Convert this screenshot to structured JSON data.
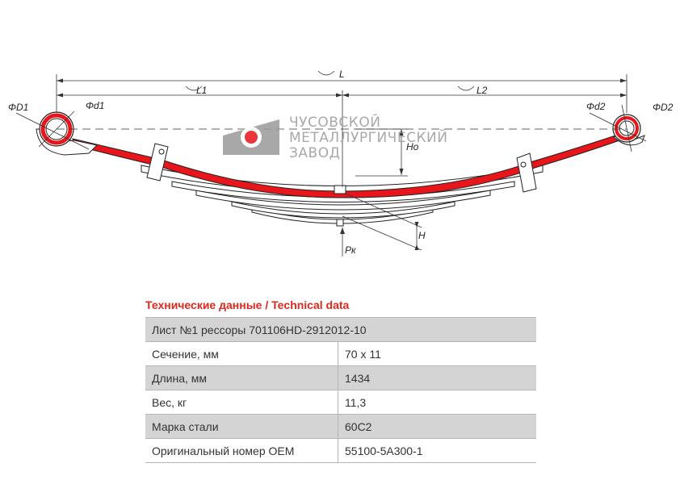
{
  "drawing": {
    "labels": {
      "L": "L",
      "L1": "L1",
      "L2": "L2",
      "Ho": "Ho",
      "H": "H",
      "Pk": "Pк",
      "D1": "ΦD1",
      "d1": "Φd1",
      "d2": "Φd2",
      "D2": "ΦD2"
    },
    "colors": {
      "main_leaf": "#e8151b",
      "line": "#222222"
    }
  },
  "logo": {
    "line1": "ЧУСОВСКОЙ",
    "line2": "МЕТАЛЛУРГИЧЕСКИЙ",
    "line3": "ЗАВОД",
    "color": "#9a9a9a",
    "accent": "#e8151b"
  },
  "table": {
    "title": "Технические данные / Technical data",
    "header": "Лист №1 рессоры 701106HD-2912012-10",
    "rows": [
      {
        "label": "Сечение, мм",
        "value": "70 х 11"
      },
      {
        "label": "Длина, мм",
        "value": "1434"
      },
      {
        "label": "Вес, кг",
        "value": "11,3"
      },
      {
        "label": "Марка стали",
        "value": "60С2"
      },
      {
        "label": "Оригинальный номер OEM",
        "value": "55100-5A300-1"
      }
    ]
  }
}
